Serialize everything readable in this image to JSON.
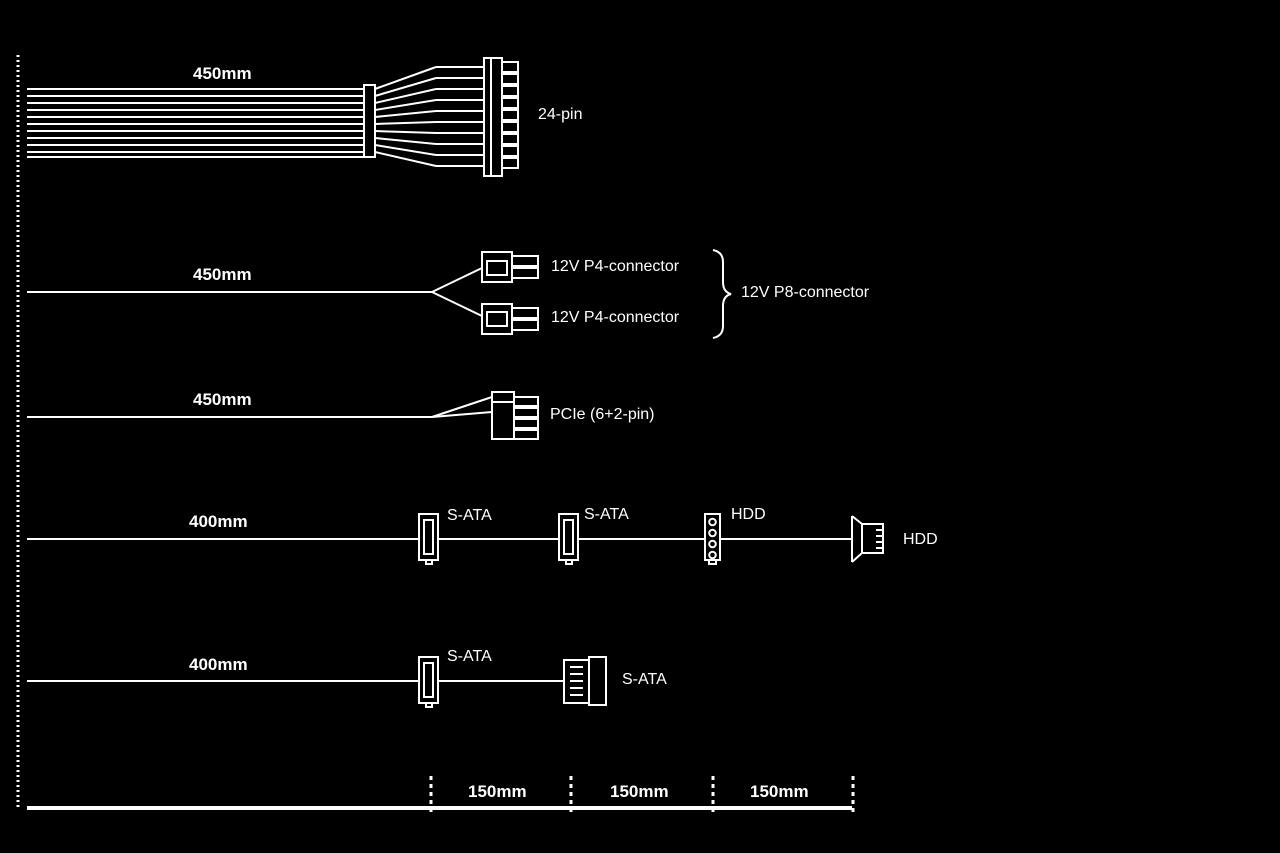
{
  "diagram": {
    "background": "#000000",
    "stroke_color": "#ffffff",
    "cables": [
      {
        "length": "450mm",
        "connectors": [
          "24-pin"
        ]
      },
      {
        "length": "450mm",
        "connectors": [
          "12V P4-connector",
          "12V P4-connector"
        ],
        "group_label": "12V P8-connector"
      },
      {
        "length": "450mm",
        "connectors": [
          "PCIe (6+2-pin)"
        ]
      },
      {
        "length": "400mm",
        "connectors": [
          "S-ATA",
          "S-ATA",
          "HDD",
          "HDD"
        ]
      },
      {
        "length": "400mm",
        "connectors": [
          "S-ATA",
          "S-ATA"
        ]
      }
    ],
    "scale": {
      "segments": [
        "150mm",
        "150mm",
        "150mm"
      ]
    }
  }
}
